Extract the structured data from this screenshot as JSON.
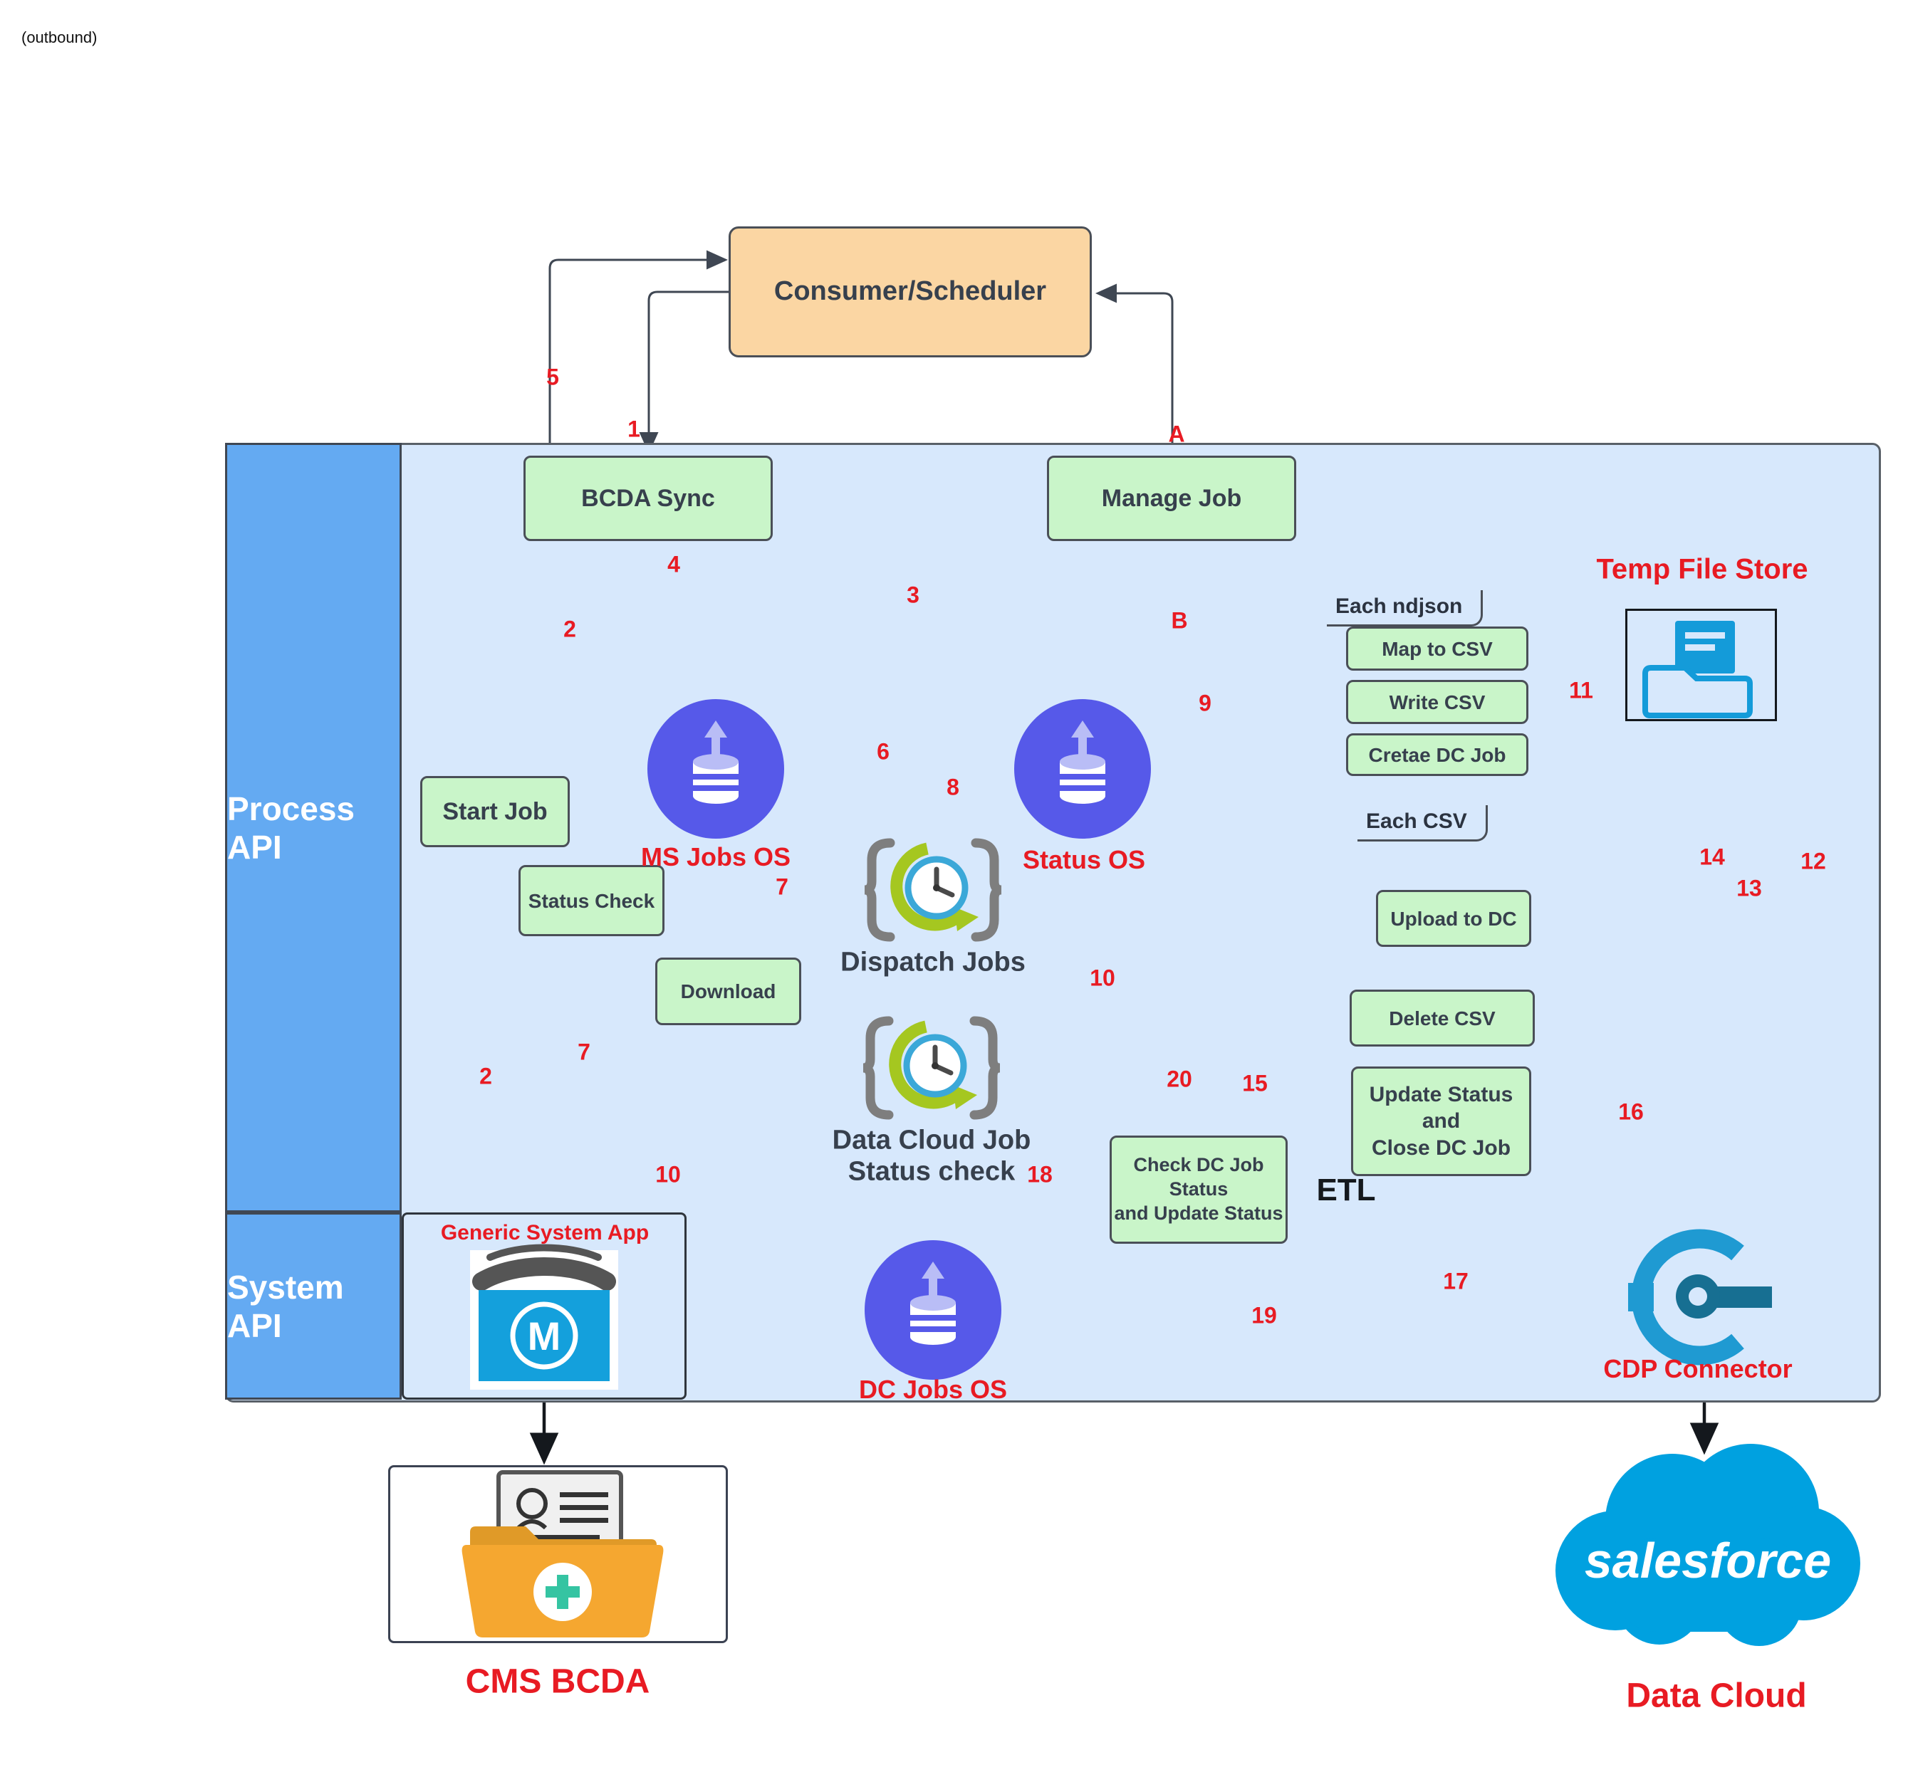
{
  "note": "(outbound)",
  "lanes": {
    "process": "Process API",
    "system": "System API"
  },
  "boxes": {
    "consumer_scheduler": "Consumer/Scheduler",
    "bcda_sync": "BCDA Sync",
    "manage_job": "Manage Job",
    "start_job": "Start Job",
    "status_check": "Status Check",
    "download": "Download",
    "check_dc_line1": "Check DC Job Status",
    "check_dc_line2": "and Update Status",
    "update_close_line1": "Update Status and",
    "update_close_line2": "Close DC Job",
    "map_to_csv": "Map  to CSV",
    "write_csv": "Write CSV",
    "cretae_dc_job": "Cretae DC Job",
    "upload_to_dc": "Upload to DC",
    "delete_csv": "Delete CSV"
  },
  "groups": {
    "each_ndjson": "Each ndjson",
    "each_csv": "Each CSV",
    "etl": "ETL"
  },
  "stores": {
    "ms_jobs": "MS Jobs OS",
    "status": "Status OS",
    "dc_jobs": "DC Jobs OS"
  },
  "captions": {
    "dispatch": "Dispatch Jobs",
    "dc_check_line1": "Data Cloud Job",
    "dc_check_line2": "Status check",
    "temp_file_store": "Temp File Store",
    "cdp": "CDP Connector",
    "generic_system_app": "Generic System App",
    "cms_bcda": "CMS BCDA",
    "data_cloud": "Data Cloud",
    "salesforce_logo": "salesforce",
    "mule_m": "M"
  },
  "steps": {
    "n1": "1",
    "n2": "2",
    "n2b": "2",
    "n3": "3",
    "n4": "4",
    "n5": "5",
    "n6": "6",
    "n7": "7",
    "n7b": "7",
    "n8": "8",
    "n9": "9",
    "n10": "10",
    "n10b": "10",
    "n11": "11",
    "n12": "12",
    "n13": "13",
    "n14": "14",
    "n15": "15",
    "n16": "16",
    "n17": "17",
    "n18": "18",
    "n19": "19",
    "n20": "20",
    "nA": "A",
    "nB": "B"
  },
  "colors": {
    "accent_red": "#e81b23",
    "container_blue": "#d7e8fc",
    "lane_blue": "#64aaf2",
    "node_green": "#c9f5c9",
    "node_orange": "#fbd6a3",
    "line": "#3f4753",
    "store_purple": "#5659e9",
    "icon_blue": "#149bd9",
    "sf_blue": "#00a1e0",
    "folder_orange": "#f2a535"
  }
}
